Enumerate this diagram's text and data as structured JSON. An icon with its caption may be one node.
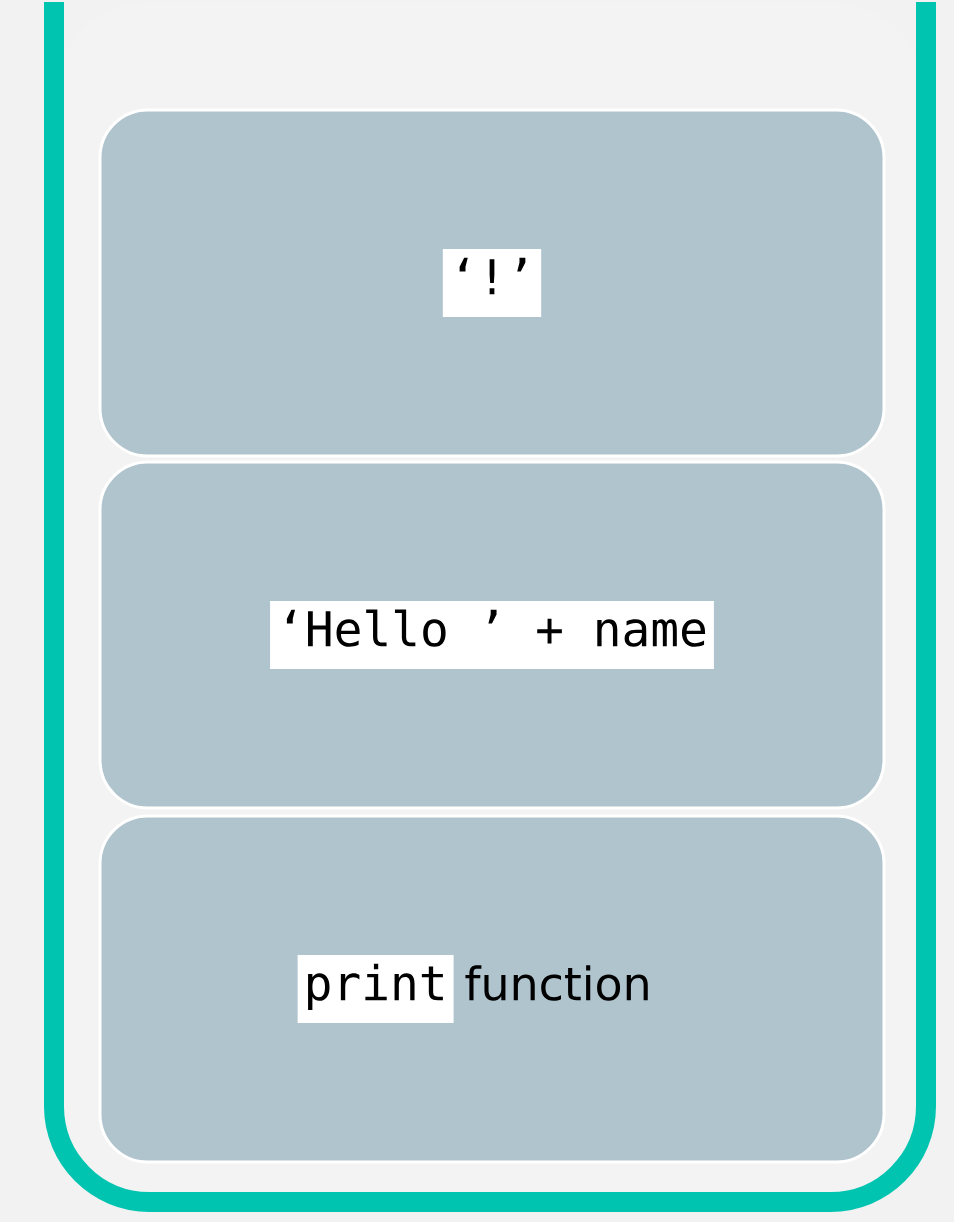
{
  "diagram": {
    "nodes": [
      {
        "text": [],
        "shape": "box"
      },
      {
        "text": [
          "‘!’"
        ],
        "in": 0
      },
      {
        "text": [
          "‘Hello ’ + name"
        ],
        "in": 0
      },
      {
        "text": [
          "print",
          "function"
        ],
        "in": 0
      }
    ]
  }
}
